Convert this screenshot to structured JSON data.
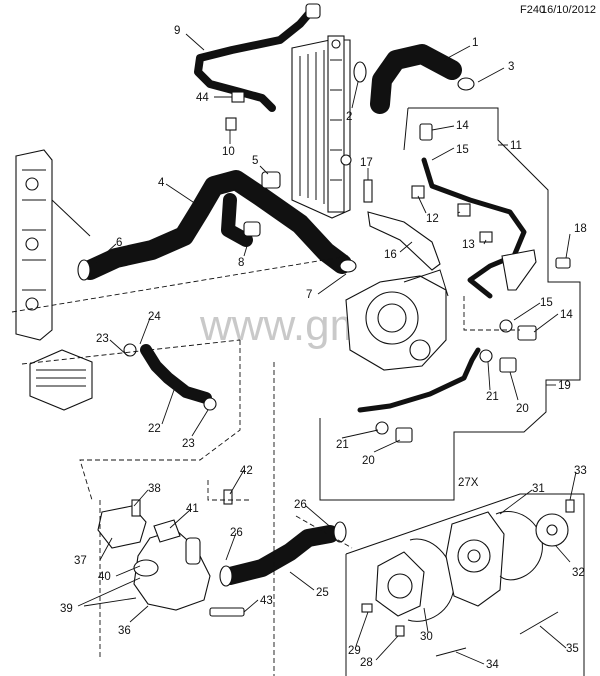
{
  "header": {
    "code": "F240",
    "date": "16/10/2012"
  },
  "watermark": "www.gmskl",
  "callouts": {
    "c1": "1",
    "c2": "2",
    "c3": "3",
    "c4": "4",
    "c5": "5",
    "c6": "6",
    "c7": "7",
    "c8": "8",
    "c9": "9",
    "c10": "10",
    "c11": "11",
    "c12": "12",
    "c13": "13",
    "c14a": "14",
    "c14b": "14",
    "c15a": "15",
    "c15b": "15",
    "c16": "16",
    "c17": "17",
    "c18": "18",
    "c19": "19",
    "c20a": "20",
    "c20b": "20",
    "c21a": "21",
    "c21b": "21",
    "c22": "22",
    "c23a": "23",
    "c23b": "23",
    "c24": "24",
    "c25": "25",
    "c26a": "26",
    "c26b": "26",
    "c27x": "27X",
    "c28": "28",
    "c29": "29",
    "c30": "30",
    "c31": "31",
    "c32": "32",
    "c33": "33",
    "c34": "34",
    "c35": "35",
    "c36": "36",
    "c37": "37",
    "c38": "38",
    "c39": "39",
    "c40": "40",
    "c41": "41",
    "c42": "42",
    "c43": "43",
    "c44": "44"
  }
}
